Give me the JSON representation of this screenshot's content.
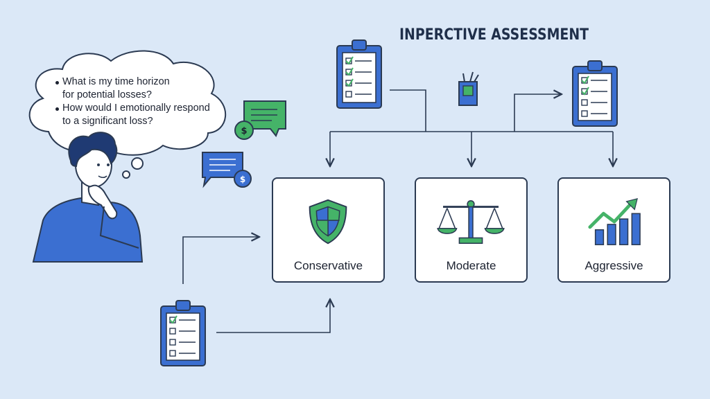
{
  "title": "INPERCTIVE ASSESSMENT",
  "thought": {
    "lines": [
      "What is my time horizon",
      "for potential losses?",
      "How would I emotionally respond",
      "to a significant loss?"
    ]
  },
  "profiles": [
    {
      "label": "Conservative",
      "icon": "shield-icon"
    },
    {
      "label": "Moderate",
      "icon": "balance-scale-icon"
    },
    {
      "label": "Aggressive",
      "icon": "growth-chart-icon"
    }
  ],
  "colors": {
    "background": "#dbe8f7",
    "blue": "#3b6fd1",
    "green": "#45b368",
    "outline": "#2b3a52"
  }
}
